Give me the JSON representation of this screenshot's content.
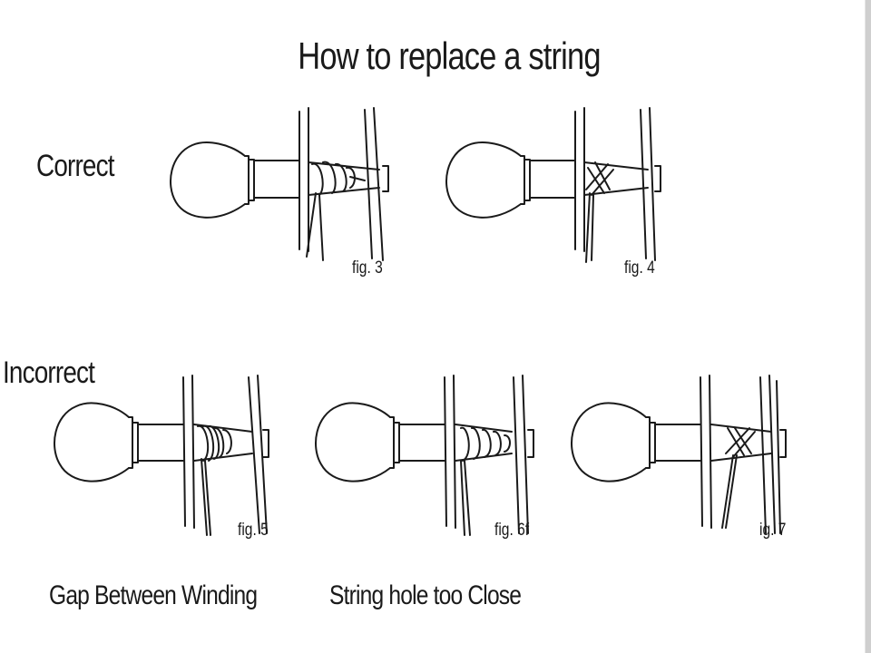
{
  "title": "How to replace a string",
  "sections": {
    "correct": "Correct",
    "incorrect": "Incorrect"
  },
  "figures": [
    {
      "label": "fig. 3",
      "icon": "tuning-peg-correct-winding-icon"
    },
    {
      "label": "fig. 4",
      "icon": "tuning-peg-correct-crossed-winding-icon"
    },
    {
      "label": "fig. 5",
      "icon": "tuning-peg-gap-winding-icon"
    },
    {
      "label": "fig. 6f",
      "icon": "tuning-peg-spaced-winding-icon"
    },
    {
      "label": "ig. 7",
      "icon": "tuning-peg-hole-too-close-icon"
    }
  ],
  "captions": {
    "gap": "Gap Between Winding",
    "hole": "String hole too Close"
  }
}
